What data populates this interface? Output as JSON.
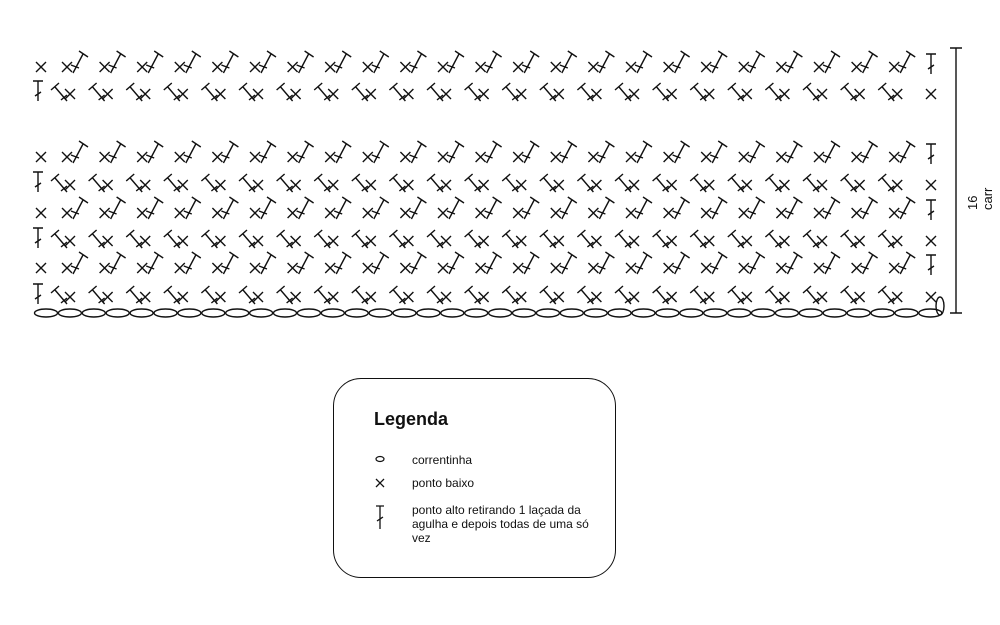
{
  "chart": {
    "row_count_label": "16 carr",
    "row_types": [
      "sc-row",
      "dc-row",
      "gap",
      "sc-row",
      "dc-row",
      "sc-row",
      "dc-row",
      "sc-row",
      "dc-row"
    ],
    "repeats_per_row": 23,
    "chain_count": 38
  },
  "legend": {
    "title": "Legenda",
    "items": [
      {
        "symbol": "chain-oval-icon",
        "label": "correntinha"
      },
      {
        "symbol": "x-icon",
        "label": "ponto baixo"
      },
      {
        "symbol": "dc-stitch-icon",
        "label": "ponto alto retirando 1 laçada da agulha e depois todas de uma só vez"
      }
    ]
  }
}
